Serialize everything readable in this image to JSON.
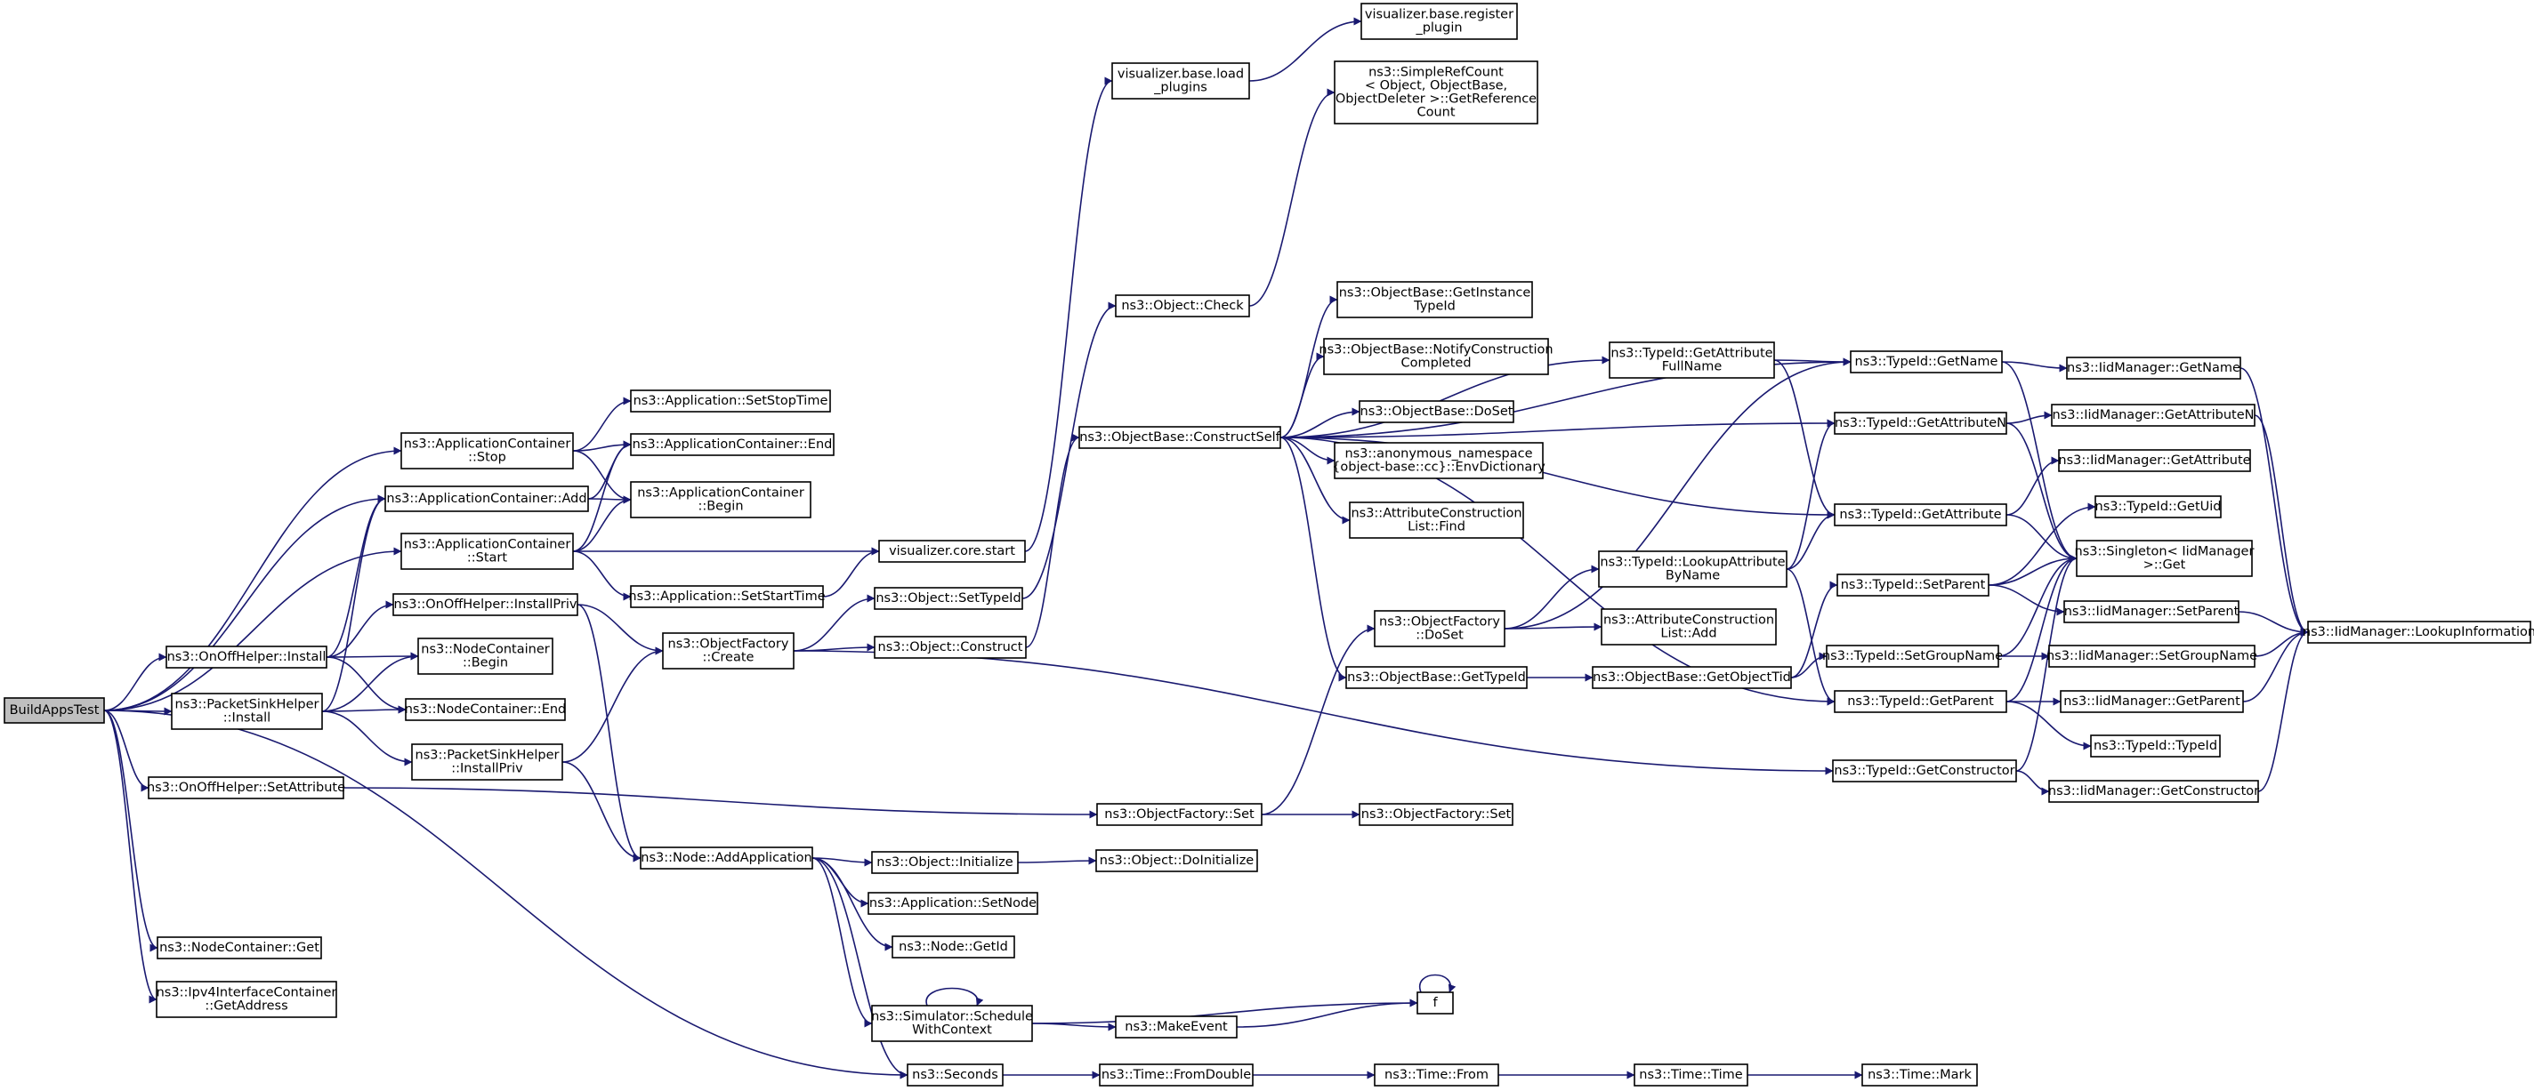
{
  "title": "",
  "colors": {
    "edge": "#191970",
    "root_fill": "#bfbfbf",
    "node_fill": "#ffffff",
    "node_border": "#000000"
  },
  "nodes": {
    "root": {
      "lines": [
        "BuildAppsTest"
      ]
    },
    "ac_stop": {
      "lines": [
        "ns3::ApplicationContainer",
        "::Stop"
      ]
    },
    "ac_add": {
      "lines": [
        "ns3::ApplicationContainer::Add"
      ]
    },
    "ac_start": {
      "lines": [
        "ns3::ApplicationContainer",
        "::Start"
      ]
    },
    "onoff_installpriv": {
      "lines": [
        "ns3::OnOffHelper::InstallPriv"
      ]
    },
    "onoff_install": {
      "lines": [
        "ns3::OnOffHelper::Install"
      ]
    },
    "psh_install": {
      "lines": [
        "ns3::PacketSinkHelper",
        "::Install"
      ]
    },
    "psh_installpriv": {
      "lines": [
        "ns3::PacketSinkHelper",
        "::InstallPriv"
      ]
    },
    "onoff_setattr": {
      "lines": [
        "ns3::OnOffHelper::SetAttribute"
      ]
    },
    "nc_get": {
      "lines": [
        "ns3::NodeContainer::Get"
      ]
    },
    "ipv4_getaddr": {
      "lines": [
        "ns3::Ipv4InterfaceContainer",
        "::GetAddress"
      ]
    },
    "app_setstoptime": {
      "lines": [
        "ns3::Application::SetStopTime"
      ]
    },
    "ac_end": {
      "lines": [
        "ns3::ApplicationContainer::End"
      ]
    },
    "ac_begin": {
      "lines": [
        "ns3::ApplicationContainer",
        "::Begin"
      ]
    },
    "nc_begin": {
      "lines": [
        "ns3::NodeContainer",
        "::Begin"
      ]
    },
    "nc_end": {
      "lines": [
        "ns3::NodeContainer::End"
      ]
    },
    "app_setstarttime": {
      "lines": [
        "ns3::Application::SetStartTime"
      ]
    },
    "vis_core_start": {
      "lines": [
        "visualizer.core.start"
      ]
    },
    "of_create": {
      "lines": [
        "ns3::ObjectFactory",
        "::Create"
      ]
    },
    "node_addapp": {
      "lines": [
        "ns3::Node::AddApplication"
      ]
    },
    "vis_base_load": {
      "lines": [
        "visualizer.base.load",
        "_plugins"
      ]
    },
    "vis_base_register": {
      "lines": [
        "visualizer.base.register",
        "_plugin"
      ]
    },
    "obj_check": {
      "lines": [
        "ns3::Object::Check"
      ]
    },
    "obj_settypeid": {
      "lines": [
        "ns3::Object::SetTypeId"
      ]
    },
    "obj_construct": {
      "lines": [
        "ns3::Object::Construct"
      ]
    },
    "ob_constructself": {
      "lines": [
        "ns3::ObjectBase::ConstructSelf"
      ]
    },
    "of_set": {
      "lines": [
        "ns3::ObjectFactory::Set"
      ]
    },
    "obj_initialize": {
      "lines": [
        "ns3::Object::Initialize"
      ]
    },
    "app_setnode": {
      "lines": [
        "ns3::Application::SetNode"
      ]
    },
    "node_getid": {
      "lines": [
        "ns3::Node::GetId"
      ]
    },
    "sim_schedule": {
      "lines": [
        "ns3::Simulator::Schedule",
        "WithContext"
      ]
    },
    "seconds": {
      "lines": [
        "ns3::Seconds"
      ]
    },
    "src_getref": {
      "lines": [
        "ns3::SimpleRefCount",
        "< Object, ObjectBase,",
        "ObjectDeleter >::GetReference",
        "Count"
      ]
    },
    "ob_getinstance": {
      "lines": [
        "ns3::ObjectBase::GetInstance",
        "TypeId"
      ]
    },
    "ob_notify": {
      "lines": [
        "ns3::ObjectBase::NotifyConstruction",
        "Completed"
      ]
    },
    "ob_doset": {
      "lines": [
        "ns3::ObjectBase::DoSet"
      ]
    },
    "anon_envdict": {
      "lines": [
        "ns3::anonymous_namespace",
        "{object-base::cc}::EnvDictionary"
      ]
    },
    "acl_find": {
      "lines": [
        "ns3::AttributeConstruction",
        "List::Find"
      ]
    },
    "of_doset": {
      "lines": [
        "ns3::ObjectFactory",
        "::DoSet"
      ]
    },
    "ob_gettypeid": {
      "lines": [
        "ns3::ObjectBase::GetTypeId"
      ]
    },
    "of_set2": {
      "lines": [
        "ns3::ObjectFactory::Set"
      ]
    },
    "obj_doinit": {
      "lines": [
        "ns3::Object::DoInitialize"
      ]
    },
    "make_event": {
      "lines": [
        "ns3::MakeEvent"
      ]
    },
    "time_fromdouble": {
      "lines": [
        "ns3::Time::FromDouble"
      ]
    },
    "f": {
      "lines": [
        "f"
      ]
    },
    "time_from": {
      "lines": [
        "ns3::Time::From"
      ]
    },
    "time_time": {
      "lines": [
        "ns3::Time::Time"
      ]
    },
    "time_mark": {
      "lines": [
        "ns3::Time::Mark"
      ]
    },
    "tid_getattrfullname": {
      "lines": [
        "ns3::TypeId::GetAttribute",
        "FullName"
      ]
    },
    "tid_lookupattr": {
      "lines": [
        "ns3::TypeId::LookupAttribute",
        "ByName"
      ]
    },
    "acl_add": {
      "lines": [
        "ns3::AttributeConstruction",
        "List::Add"
      ]
    },
    "ob_getobjecttid": {
      "lines": [
        "ns3::ObjectBase::GetObjectTid"
      ]
    },
    "tid_getname": {
      "lines": [
        "ns3::TypeId::GetName"
      ]
    },
    "tid_getattrn": {
      "lines": [
        "ns3::TypeId::GetAttributeN"
      ]
    },
    "tid_getattr": {
      "lines": [
        "ns3::TypeId::GetAttribute"
      ]
    },
    "tid_setparent": {
      "lines": [
        "ns3::TypeId::SetParent"
      ]
    },
    "tid_setgroupname": {
      "lines": [
        "ns3::TypeId::SetGroupName"
      ]
    },
    "tid_getparent": {
      "lines": [
        "ns3::TypeId::GetParent"
      ]
    },
    "tid_getconstructor": {
      "lines": [
        "ns3::TypeId::GetConstructor"
      ]
    },
    "iid_getname": {
      "lines": [
        "ns3::IidManager::GetName"
      ]
    },
    "iid_getattrn": {
      "lines": [
        "ns3::IidManager::GetAttributeN"
      ]
    },
    "iid_getattr": {
      "lines": [
        "ns3::IidManager::GetAttribute"
      ]
    },
    "tid_getuid": {
      "lines": [
        "ns3::TypeId::GetUid"
      ]
    },
    "singleton_get": {
      "lines": [
        "ns3::Singleton< IidManager",
        ">::Get"
      ]
    },
    "iid_setparent": {
      "lines": [
        "ns3::IidManager::SetParent"
      ]
    },
    "iid_setgroupname": {
      "lines": [
        "ns3::IidManager::SetGroupName"
      ]
    },
    "iid_getparent": {
      "lines": [
        "ns3::IidManager::GetParent"
      ]
    },
    "tid_typeid": {
      "lines": [
        "ns3::TypeId::TypeId"
      ]
    },
    "iid_getconstructor": {
      "lines": [
        "ns3::IidManager::GetConstructor"
      ]
    },
    "iid_lookupinfo": {
      "lines": [
        "ns3::IidManager::LookupInformation"
      ]
    }
  },
  "edges": [
    [
      "root",
      "ac_stop"
    ],
    [
      "root",
      "ac_add"
    ],
    [
      "root",
      "ac_start"
    ],
    [
      "root",
      "onoff_install"
    ],
    [
      "root",
      "psh_install"
    ],
    [
      "root",
      "onoff_setattr"
    ],
    [
      "root",
      "nc_get"
    ],
    [
      "root",
      "ipv4_getaddr"
    ],
    [
      "root",
      "seconds"
    ],
    [
      "ac_stop",
      "app_setstoptime"
    ],
    [
      "ac_stop",
      "ac_end"
    ],
    [
      "ac_stop",
      "ac_begin"
    ],
    [
      "ac_add",
      "ac_end"
    ],
    [
      "ac_add",
      "ac_begin"
    ],
    [
      "ac_start",
      "ac_end"
    ],
    [
      "ac_start",
      "ac_begin"
    ],
    [
      "ac_start",
      "vis_core_start"
    ],
    [
      "ac_start",
      "app_setstarttime"
    ],
    [
      "app_setstarttime",
      "vis_core_start"
    ],
    [
      "onoff_install",
      "ac_add"
    ],
    [
      "onoff_install",
      "onoff_installpriv"
    ],
    [
      "onoff_install",
      "nc_begin"
    ],
    [
      "onoff_install",
      "nc_end"
    ],
    [
      "psh_install",
      "ac_add"
    ],
    [
      "psh_install",
      "nc_begin"
    ],
    [
      "psh_install",
      "nc_end"
    ],
    [
      "psh_install",
      "psh_installpriv"
    ],
    [
      "onoff_installpriv",
      "of_create"
    ],
    [
      "onoff_installpriv",
      "node_addapp"
    ],
    [
      "psh_installpriv",
      "of_create"
    ],
    [
      "psh_installpriv",
      "node_addapp"
    ],
    [
      "onoff_setattr",
      "of_set"
    ],
    [
      "vis_core_start",
      "vis_base_load"
    ],
    [
      "vis_base_load",
      "vis_base_register"
    ],
    [
      "of_create",
      "obj_settypeid"
    ],
    [
      "of_create",
      "obj_construct"
    ],
    [
      "of_create",
      "tid_getconstructor"
    ],
    [
      "obj_settypeid",
      "obj_check"
    ],
    [
      "obj_check",
      "src_getref"
    ],
    [
      "obj_construct",
      "ob_constructself"
    ],
    [
      "ob_constructself",
      "ob_getinstance"
    ],
    [
      "ob_constructself",
      "ob_notify"
    ],
    [
      "ob_constructself",
      "ob_doset"
    ],
    [
      "ob_constructself",
      "anon_envdict"
    ],
    [
      "ob_constructself",
      "acl_find"
    ],
    [
      "ob_constructself",
      "ob_gettypeid"
    ],
    [
      "ob_constructself",
      "tid_getparent"
    ],
    [
      "ob_constructself",
      "tid_getattr"
    ],
    [
      "ob_constructself",
      "tid_getattrfullname"
    ],
    [
      "ob_constructself",
      "tid_getname"
    ],
    [
      "ob_constructself",
      "tid_getattrn"
    ],
    [
      "of_set",
      "of_set2"
    ],
    [
      "of_set",
      "of_doset"
    ],
    [
      "of_doset",
      "tid_lookupattr"
    ],
    [
      "of_doset",
      "acl_add"
    ],
    [
      "of_doset",
      "tid_getname"
    ],
    [
      "tid_lookupattr",
      "tid_getattr"
    ],
    [
      "tid_lookupattr",
      "tid_getattrn"
    ],
    [
      "tid_lookupattr",
      "tid_getparent"
    ],
    [
      "ob_gettypeid",
      "ob_getobjecttid"
    ],
    [
      "ob_getobjecttid",
      "tid_setparent"
    ],
    [
      "ob_getobjecttid",
      "tid_setgroupname"
    ],
    [
      "node_addapp",
      "obj_initialize"
    ],
    [
      "node_addapp",
      "app_setnode"
    ],
    [
      "node_addapp",
      "node_getid"
    ],
    [
      "node_addapp",
      "sim_schedule"
    ],
    [
      "node_addapp",
      "seconds"
    ],
    [
      "obj_initialize",
      "obj_doinit"
    ],
    [
      "sim_schedule",
      "sim_schedule"
    ],
    [
      "sim_schedule",
      "make_event"
    ],
    [
      "sim_schedule",
      "f"
    ],
    [
      "make_event",
      "f"
    ],
    [
      "f",
      "f"
    ],
    [
      "seconds",
      "time_fromdouble"
    ],
    [
      "time_fromdouble",
      "time_from"
    ],
    [
      "time_from",
      "time_time"
    ],
    [
      "time_time",
      "time_mark"
    ],
    [
      "tid_getattrfullname",
      "tid_getname"
    ],
    [
      "tid_getattrfullname",
      "tid_getattr"
    ],
    [
      "tid_getname",
      "iid_getname"
    ],
    [
      "tid_getname",
      "singleton_get"
    ],
    [
      "tid_getattrn",
      "iid_getattrn"
    ],
    [
      "tid_getattrn",
      "singleton_get"
    ],
    [
      "tid_getattr",
      "iid_getattr"
    ],
    [
      "tid_getattr",
      "singleton_get"
    ],
    [
      "tid_setparent",
      "tid_getuid"
    ],
    [
      "tid_setparent",
      "singleton_get"
    ],
    [
      "tid_setparent",
      "iid_setparent"
    ],
    [
      "tid_setgroupname",
      "singleton_get"
    ],
    [
      "tid_setgroupname",
      "iid_setgroupname"
    ],
    [
      "tid_getparent",
      "singleton_get"
    ],
    [
      "tid_getparent",
      "iid_getparent"
    ],
    [
      "tid_getparent",
      "tid_typeid"
    ],
    [
      "tid_getconstructor",
      "singleton_get"
    ],
    [
      "tid_getconstructor",
      "iid_getconstructor"
    ],
    [
      "iid_getname",
      "iid_lookupinfo"
    ],
    [
      "iid_getattrn",
      "iid_lookupinfo"
    ],
    [
      "iid_setparent",
      "iid_lookupinfo"
    ],
    [
      "iid_setgroupname",
      "iid_lookupinfo"
    ],
    [
      "iid_getparent",
      "iid_lookupinfo"
    ],
    [
      "iid_getconstructor",
      "iid_lookupinfo"
    ]
  ]
}
